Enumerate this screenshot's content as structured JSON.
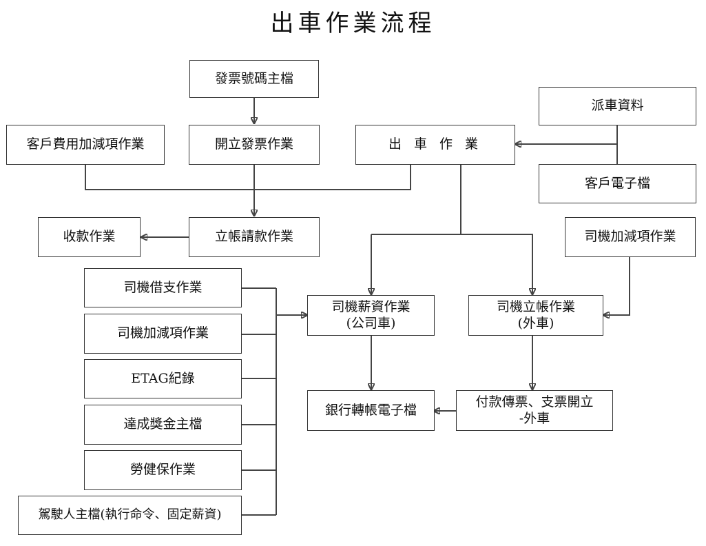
{
  "title": "出車作業流程",
  "boxes": {
    "invoice_master": "發票號碼主檔",
    "dispatch_data": "派車資料",
    "customer_fee": "客戶費用加減項作業",
    "open_invoice": "開立發票作業",
    "dispatch_operation": "出 車 作 業",
    "customer_file": "客戶電子檔",
    "collection": "收款作業",
    "billing": "立帳請款作業",
    "driver_adjust_right": "司機加減項作業",
    "driver_loan": "司機借支作業",
    "salary_line1": "司機薪資作業",
    "salary_line2": "(公司車)",
    "driver_account_line1": "司機立帳作業",
    "driver_account_line2": "(外車)",
    "driver_adjust_left": "司機加減項作業",
    "etag": "ETAG紀錄",
    "bank_transfer": "銀行轉帳電子檔",
    "payment_line1": "付款傳票、支票開立",
    "payment_line2": "-外車",
    "bonus_master": "達成獎金主檔",
    "insurance": "勞健保作業",
    "driver_master": "駕駛人主檔(執行命令、固定薪資)"
  }
}
